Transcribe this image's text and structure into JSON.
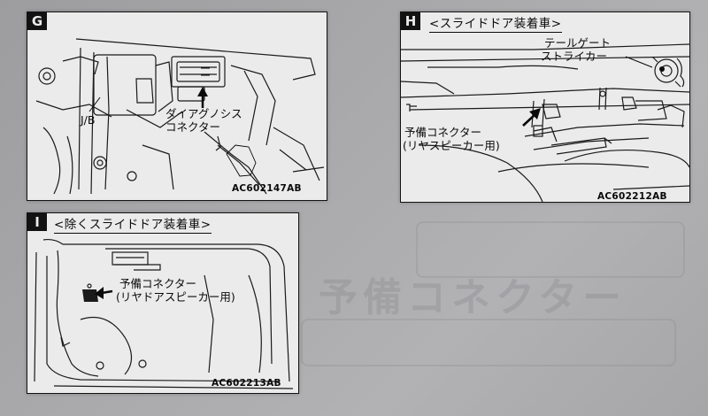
{
  "background": {
    "ghost_text": "予備コネクター"
  },
  "panels": {
    "g": {
      "letter": "G",
      "jb_label": "J/B",
      "diag_line1": "ダイアグノシス",
      "diag_line2": "コネクター",
      "code": "AC602147AB"
    },
    "h": {
      "letter": "H",
      "title": "<スライドドア装着車>",
      "striker_line1": "テールゲート",
      "striker_line2": "ストライカー",
      "spare_line1": "予備コネクター",
      "spare_line2": "(リヤスピーカー用)",
      "code": "AC602212AB"
    },
    "i": {
      "letter": "I",
      "title": "<除くスライドドア装着車>",
      "spare_line1": "予備コネクター",
      "spare_line2": "(リヤドアスピーカー用)",
      "code": "AC602213AB"
    }
  },
  "colors": {
    "ink": "#111111",
    "paper": "#ffffff",
    "desk": "#a6a6a8"
  }
}
